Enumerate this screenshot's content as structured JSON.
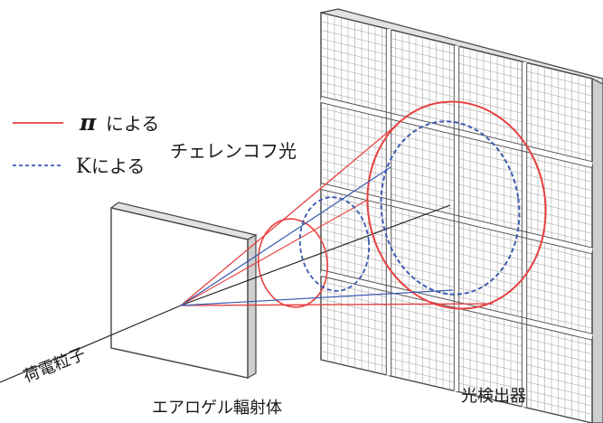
{
  "legend": {
    "pion": {
      "symbol": "π",
      "text": "による",
      "line_color": "#e8403f"
    },
    "kaon": {
      "symbol": "K",
      "text": "による",
      "line_color": "#3a5bb0"
    },
    "suffix": "チェレンコフ光"
  },
  "labels": {
    "particle": "荷電粒子",
    "radiator": "エアロゲル輻射体",
    "detector": "光検出器"
  },
  "colors": {
    "pion_ring": "#e8403f",
    "kaon_ring": "#3a5bb0",
    "outline": "#444444",
    "grid_line": "#8a8a8a",
    "detector_face": "#ffffff",
    "detector_side": "#d6d6d6"
  },
  "icons": {
    "pion_line": "solid-line",
    "kaon_line": "dashed-line"
  }
}
